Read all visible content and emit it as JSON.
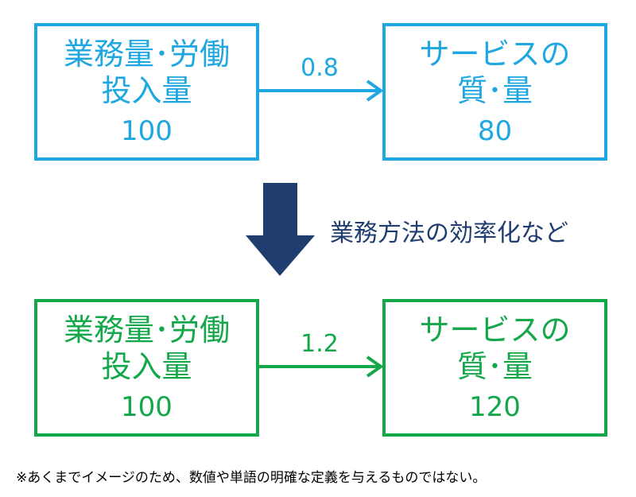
{
  "top_row": {
    "left_box": {
      "line1": "業務量･労働",
      "line2": "投入量",
      "value": "100"
    },
    "ratio": "0.8",
    "right_box": {
      "line1": "サービスの",
      "line2": "質･量",
      "value": "80"
    }
  },
  "middle": {
    "label": "業務方法の効率化など"
  },
  "bottom_row": {
    "left_box": {
      "line1": "業務量･労働",
      "line2": "投入量",
      "value": "100"
    },
    "ratio": "1.2",
    "right_box": {
      "line1": "サービスの",
      "line2": "質･量",
      "value": "120"
    }
  },
  "footnote": "※あくまでイメージのため、数値や単語の明確な定義を与えるものではない。",
  "colors": {
    "top": "#1ea7e1",
    "bottom": "#14a84a",
    "down_arrow": "#1f3d6e"
  }
}
